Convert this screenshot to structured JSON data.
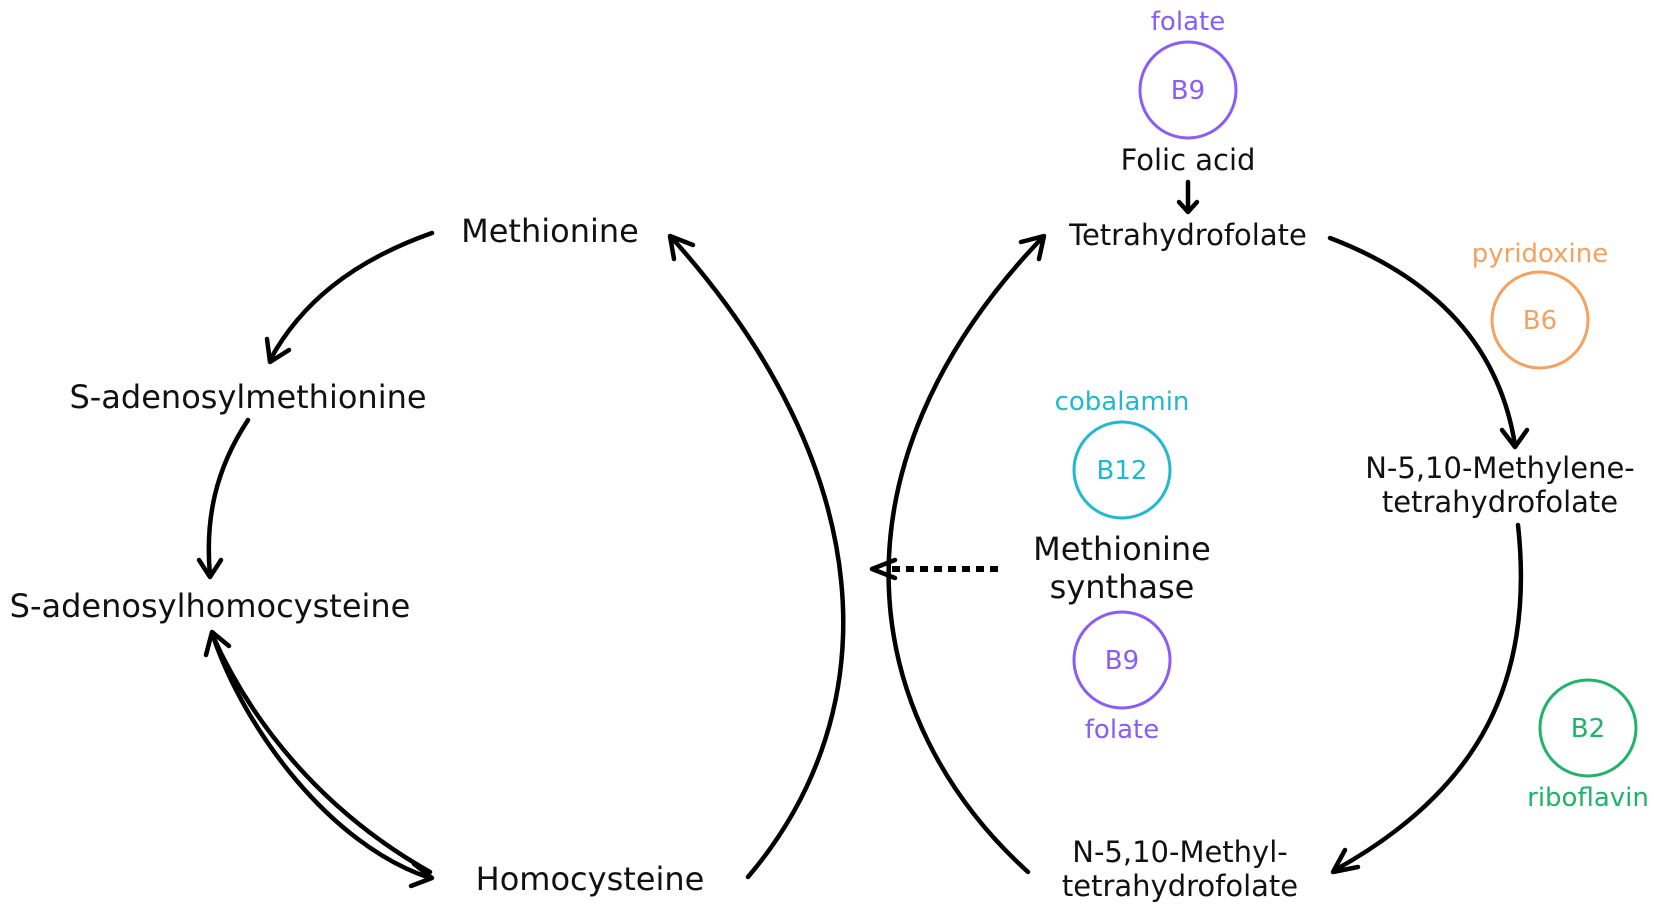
{
  "nodes": {
    "methionine": "Methionine",
    "sam": "S-adenosylmethionine",
    "sah": "S-adenosylhomocysteine",
    "homocysteine": "Homocysteine",
    "folic_acid": "Folic acid",
    "thf": "Tetrahydrofolate",
    "methylene_thf_line1": "N-5,10-Methylene-",
    "methylene_thf_line2": "tetrahydrofolate",
    "methyl_thf_line1": "N-5,10-Methyl-",
    "methyl_thf_line2": "tetrahydrofolate",
    "methionine_synthase_line1": "Methionine",
    "methionine_synthase_line2": "synthase"
  },
  "vitamins": {
    "b9_top": {
      "badge": "B9",
      "name": "folate",
      "color": "#8b5cf6"
    },
    "b6": {
      "badge": "B6",
      "name": "pyridoxine",
      "color": "#f4a261"
    },
    "b12": {
      "badge": "B12",
      "name": "cobalamin",
      "color": "#22b8cf"
    },
    "b9_mid": {
      "badge": "B9",
      "name": "folate",
      "color": "#8b5cf6"
    },
    "b2": {
      "badge": "B2",
      "name": "riboflavin",
      "color": "#20b36a"
    }
  }
}
